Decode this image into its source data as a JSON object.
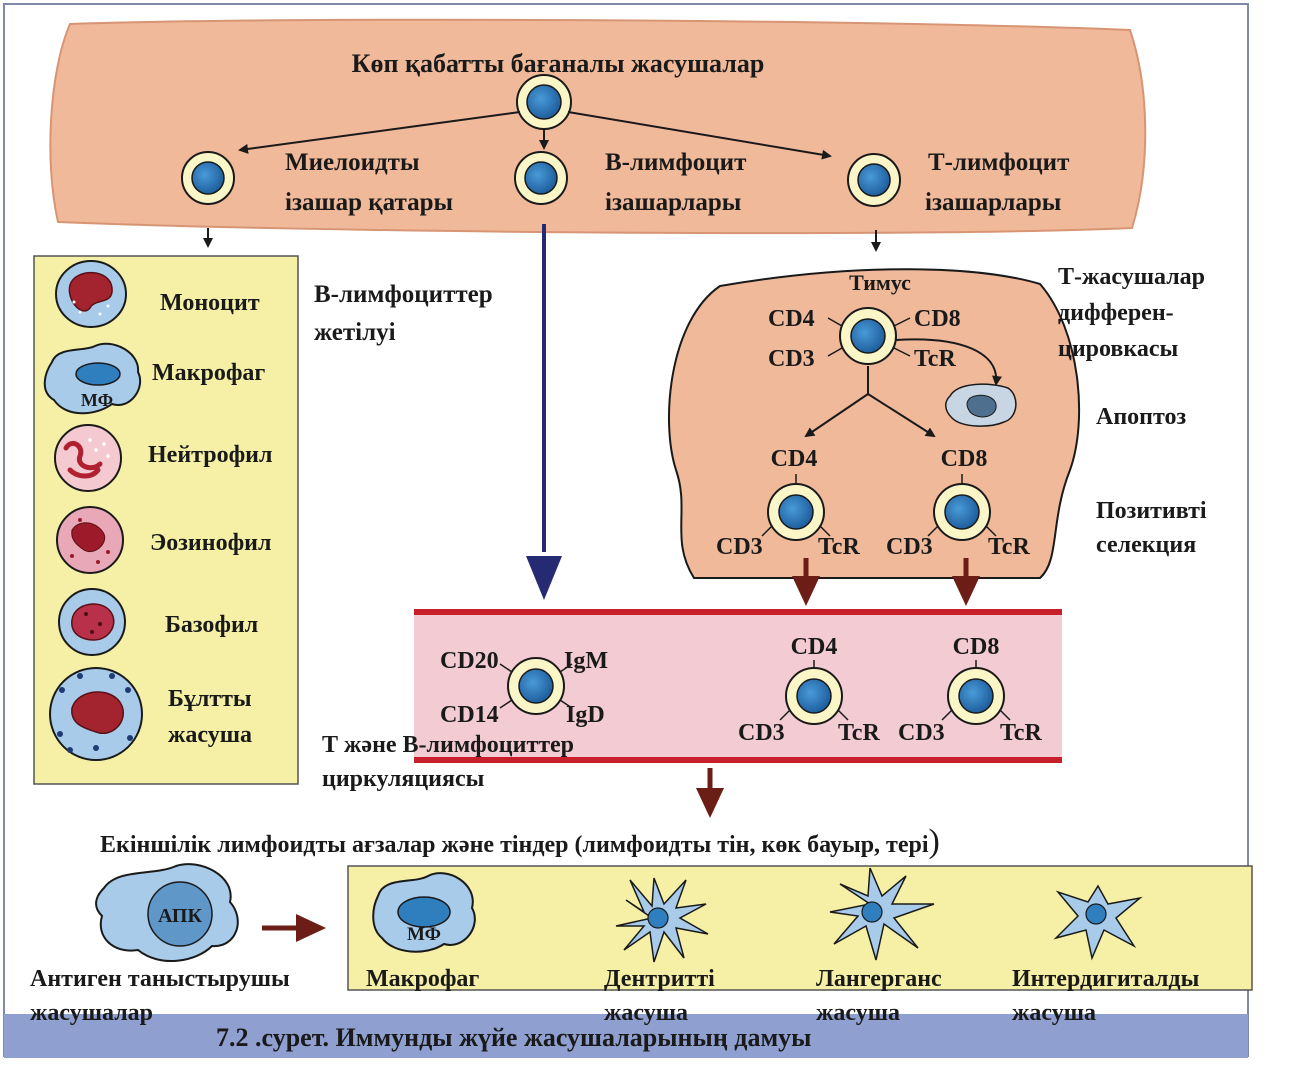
{
  "top": {
    "title": "Көп қабатты бағаналы жасушалар",
    "myeloid_line1": "Миелоидты",
    "myeloid_line2": "ізашар қатары",
    "b_line1": "В-лимфоцит",
    "b_line2": "ізашарлары",
    "t_line1": "Т-лимфоцит",
    "t_line2": "ізашарлары"
  },
  "myeloid_cells": [
    {
      "label": "Моноцит"
    },
    {
      "label": "Макрофаг",
      "badge": "МФ"
    },
    {
      "label": "Нейтрофил"
    },
    {
      "label": "Эозинофил"
    },
    {
      "label": "Базофил"
    },
    {
      "label_line1": "Бұлтты",
      "label_line2": "жасуша"
    }
  ],
  "b_maturation": {
    "line1": "В-лимфоциттер",
    "line2": "жетілуі"
  },
  "thymus": {
    "title": "Тимус",
    "top_markers": [
      "CD4",
      "CD8",
      "CD3",
      "TcR"
    ],
    "left_cell": {
      "top": "CD4",
      "bl": "CD3",
      "br": "TcR"
    },
    "right_cell": {
      "top": "CD8",
      "bl": "CD3",
      "br": "TcR"
    }
  },
  "side_labels": {
    "diff_line1": "Т-жасушалар",
    "diff_line2": "дифферен-",
    "diff_line3": "цировкасы",
    "apoptosis": "Апоптоз",
    "positive_line1": "Позитивті",
    "positive_line2": "селекция"
  },
  "circulation": {
    "b_cell": {
      "tl": "CD20",
      "tr": "IgM",
      "bl": "CD14",
      "br": "IgD"
    },
    "t_cell_1": {
      "top": "CD4",
      "bl": "CD3",
      "br": "TcR"
    },
    "t_cell_2": {
      "top": "CD8",
      "bl": "CD3",
      "br": "TcR"
    },
    "caption_line1": "Т және В-лимфоциттер",
    "caption_line2": "циркуляциясы"
  },
  "secondary": {
    "title": "Екіншілік лимфоидты ағзалар және тіндер (лимфоидты тін, көк бауыр, тері",
    "paren": ")",
    "apc_badge": "АПК",
    "apc_line1": "Антиген таныстырушы",
    "apc_line2": "жасушалар",
    "mf_badge": "МФ",
    "cells": [
      {
        "line1": "Макрофаг",
        "line2": ""
      },
      {
        "line1": "Дентритті",
        "line2": "жасуша"
      },
      {
        "line1": "Лангерганс",
        "line2": "жасуша"
      },
      {
        "line1": "Интердигиталды",
        "line2": "жасуша"
      }
    ]
  },
  "caption": "7.2 .сурет. Иммунды жүйе жасушаларының дамуы",
  "colors": {
    "marrow_fill": "#efb99a",
    "yellow_panel": "#f5f0a6",
    "vessel_fill": "#f2cbd3",
    "vessel_border": "#c8202a",
    "cell_ring": "#fbf6c8",
    "cell_nucleus": "#2f7fbf",
    "cell_blue": "#9cc3e6",
    "arrow_dark": "#6b1d16",
    "arrow_navy": "#262a72",
    "caption_bar": "#8f9fd0"
  }
}
